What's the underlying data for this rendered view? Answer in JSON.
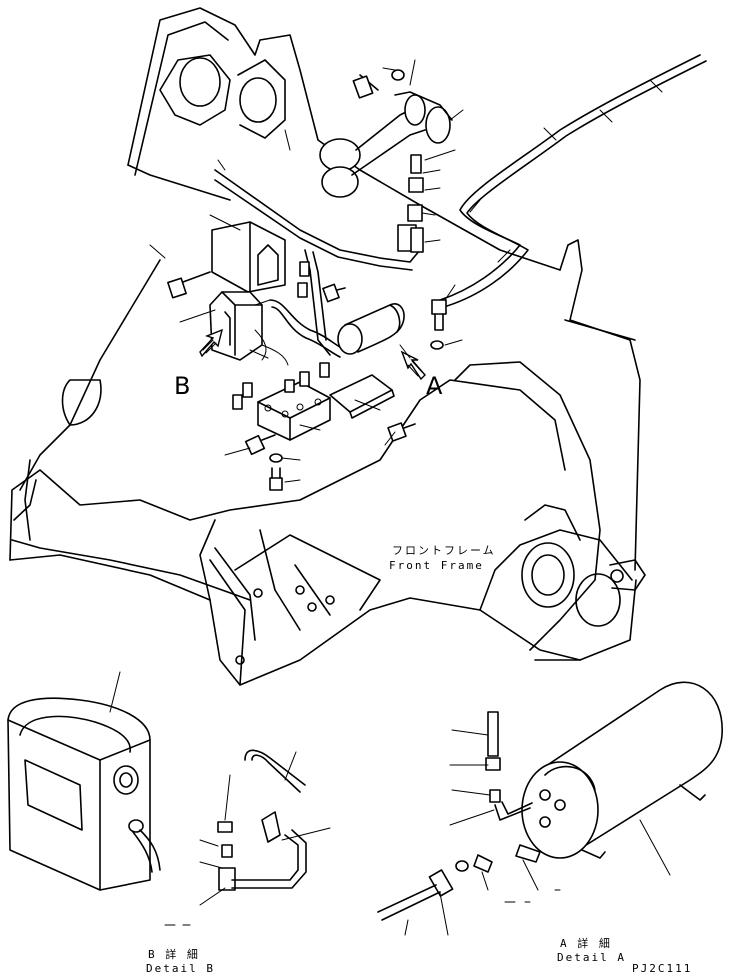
{
  "labels": {
    "view_a": "A",
    "view_b": "B",
    "front_frame_jp": "フロントフレーム",
    "front_frame_en": "Front Frame",
    "detail_b_jp": "B 詳 細",
    "detail_b_en": "Detail B",
    "detail_a_jp": "A 詳 細",
    "detail_a_en": "Detail A",
    "drawing_code": "PJ2C111"
  }
}
